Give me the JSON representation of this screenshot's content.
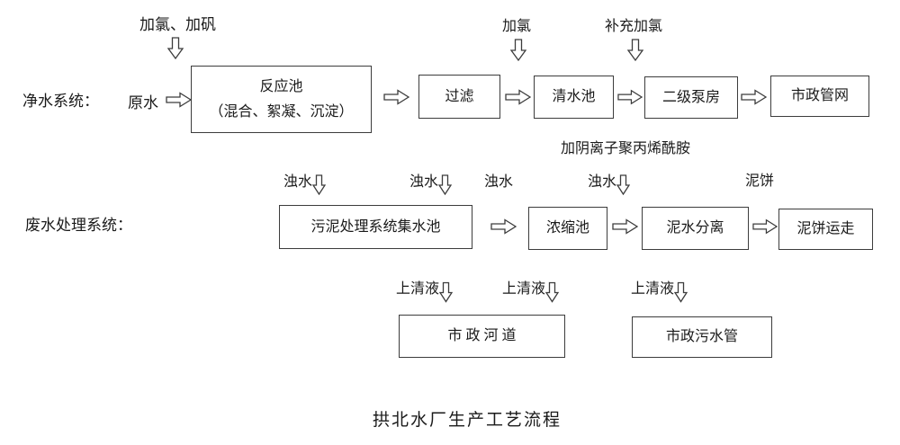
{
  "title": "拱北水厂生产工艺流程",
  "colors": {
    "line": "#3c3c3c",
    "text": "#1a1a1a",
    "background": "#ffffff"
  },
  "purification": {
    "section_label": "净水系统：",
    "input_label": "原水",
    "dosing_chlorine_alum": "加氯、加矾",
    "dosing_chlorine": "加氯",
    "dosing_supplementary_chlorine": "补充加氯",
    "dosing_anionic_polyacrylamide": "加阴离子聚丙烯酰胺",
    "boxes": {
      "reaction": {
        "title": "反应池",
        "subtitle": "（混合、絮凝、沉淀）"
      },
      "filter": "过滤",
      "clear_water_tank": "清水池",
      "secondary_pump_house": "二级泵房",
      "municipal_pipe_network": "市政管网"
    }
  },
  "wastewater": {
    "section_label": "废水处理系统：",
    "turbid_water_1": "浊水",
    "turbid_water_2": "浊水",
    "turbid_water_3": "浊水",
    "turbid_water_4": "浊水",
    "mud_cake_label": "泥饼",
    "boxes": {
      "sludge_collection_tank": "污泥处理系统集水池",
      "thickening_tank": "浓缩池",
      "mud_water_separation": "泥水分离",
      "mud_cake_removal": "泥饼运走"
    }
  },
  "discharge": {
    "supernatant_1": "上清液",
    "supernatant_2": "上清液",
    "supernatant_3": "上清液",
    "boxes": {
      "municipal_river": "市 政 河 道",
      "municipal_sewer": "市政污水管"
    }
  }
}
